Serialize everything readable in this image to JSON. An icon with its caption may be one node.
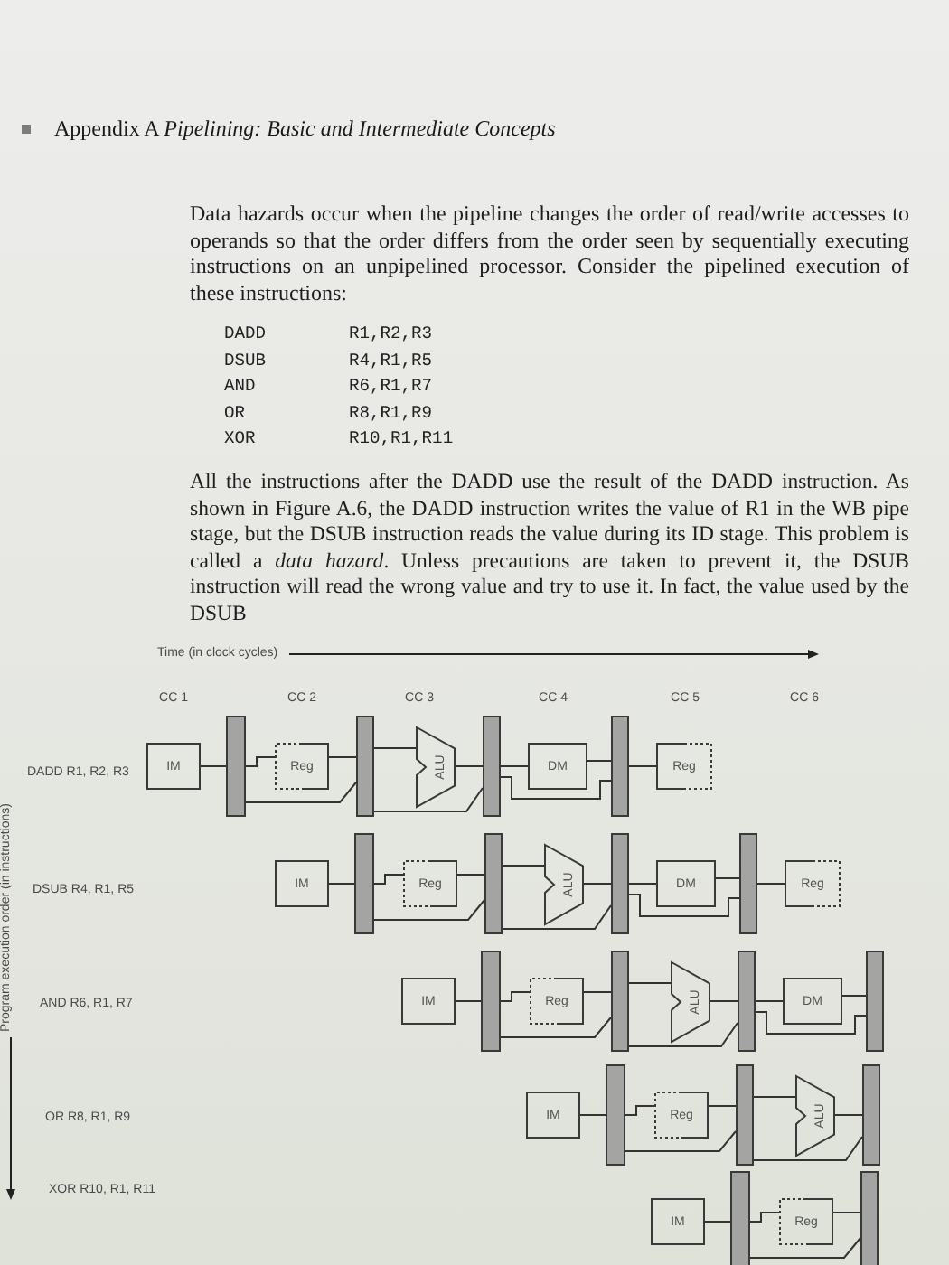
{
  "diagram": {
    "title": "Appendix A *Pipelining: Basic and Intermediate Concepts*",
    "nodes": [
      {
        "text": [
          "IM"
        ]
      },
      {
        "text": [],
        "shape": "bar"
      },
      {
        "text": [
          "Reg"
        ]
      },
      {
        "text": [],
        "shape": "bar"
      },
      {
        "text": [
          "ALU"
        ]
      },
      {
        "text": [],
        "shape": "bar"
      },
      {
        "text": [
          "DM"
        ]
      },
      {
        "text": [],
        "shape": "bar"
      },
      {
        "text": [
          "Reg"
        ]
      },
      {
        "text": [
          "IM"
        ]
      },
      {
        "text": [],
        "shape": "bar"
      },
      {
        "text": [
          "Reg"
        ]
      },
      {
        "text": [],
        "shape": "bar"
      },
      {
        "text": [
          "ALU"
        ]
      },
      {
        "text": [],
        "shape": "bar"
      },
      {
        "text": [
          "DM"
        ]
      },
      {
        "text": [],
        "shape": "bar"
      },
      {
        "text": [
          "Reg"
        ]
      },
      {
        "text": [
          "IM"
        ]
      },
      {
        "text": [],
        "shape": "bar"
      },
      {
        "text": [
          "Reg"
        ]
      },
      {
        "text": [],
        "shape": "bar"
      },
      {
        "text": [
          "ALU"
        ]
      },
      {
        "text": [],
        "shape": "bar"
      },
      {
        "text": [
          "DM"
        ]
      },
      {
        "text": [],
        "shape": "bar"
      },
      {
        "text": [
          "IM"
        ]
      },
      {
        "text": [],
        "shape": "bar"
      },
      {
        "text": [
          "Reg"
        ]
      },
      {
        "text": [],
        "shape": "bar"
      },
      {
        "text": [
          "ALU"
        ]
      },
      {
        "text": [],
        "shape": "bar"
      },
      {
        "text": [
          "IM"
        ]
      },
      {
        "text": [],
        "shape": "bar"
      },
      {
        "text": [
          "Reg"
        ]
      },
      {
        "text": [],
        "shape": "bar"
      }
    ],
    "edges": [
      {
        "from": 0,
        "to": 1,
        "arrow": "none"
      },
      {
        "from": 1,
        "to": 2,
        "arrow": "none"
      },
      {
        "from": 2,
        "to": 3,
        "arrow": "none"
      },
      {
        "from": 1,
        "to": 3,
        "arrow": "none"
      },
      {
        "from": 3,
        "to": 4,
        "arrow": "none"
      },
      {
        "from": 4,
        "to": 5,
        "arrow": "none"
      },
      {
        "from": 3,
        "to": 5,
        "arrow": "none"
      },
      {
        "from": 5,
        "to": 6,
        "arrow": "none"
      },
      {
        "from": 6,
        "to": 7,
        "arrow": "none"
      },
      {
        "from": 5,
        "to": 7,
        "arrow": "none"
      },
      {
        "from": 7,
        "to": 8,
        "arrow": "none"
      },
      {
        "from": 9,
        "to": 10,
        "arrow": "none"
      },
      {
        "from": 10,
        "to": 11,
        "arrow": "none"
      },
      {
        "from": 11,
        "to": 12,
        "arrow": "none"
      },
      {
        "from": 10,
        "to": 12,
        "arrow": "none"
      },
      {
        "from": 12,
        "to": 13,
        "arrow": "none"
      },
      {
        "from": 13,
        "to": 14,
        "arrow": "none"
      },
      {
        "from": 12,
        "to": 14,
        "arrow": "none"
      },
      {
        "from": 14,
        "to": 15,
        "arrow": "none"
      },
      {
        "from": 15,
        "to": 16,
        "arrow": "none"
      },
      {
        "from": 14,
        "to": 16,
        "arrow": "none"
      },
      {
        "from": 16,
        "to": 17,
        "arrow": "none"
      },
      {
        "from": 18,
        "to": 19,
        "arrow": "none"
      },
      {
        "from": 19,
        "to": 20,
        "arrow": "none"
      },
      {
        "from": 20,
        "to": 21,
        "arrow": "none"
      },
      {
        "from": 19,
        "to": 21,
        "arrow": "none"
      },
      {
        "from": 21,
        "to": 22,
        "arrow": "none"
      },
      {
        "from": 22,
        "to": 23,
        "arrow": "none"
      },
      {
        "from": 21,
        "to": 23,
        "arrow": "none"
      },
      {
        "from": 23,
        "to": 24,
        "arrow": "none"
      },
      {
        "from": 24,
        "to": 25,
        "arrow": "none"
      },
      {
        "from": 23,
        "to": 25,
        "arrow": "none"
      },
      {
        "from": 26,
        "to": 27,
        "arrow": "none"
      },
      {
        "from": 27,
        "to": 28,
        "arrow": "none"
      },
      {
        "from": 28,
        "to": 29,
        "arrow": "none"
      },
      {
        "from": 27,
        "to": 29,
        "arrow": "none"
      },
      {
        "from": 29,
        "to": 30,
        "arrow": "none"
      },
      {
        "from": 30,
        "to": 31,
        "arrow": "none"
      },
      {
        "from": 29,
        "to": 31,
        "arrow": "none"
      },
      {
        "from": 32,
        "to": 33,
        "arrow": "none"
      },
      {
        "from": 33,
        "to": 34,
        "arrow": "none"
      },
      {
        "from": 34,
        "to": 35,
        "arrow": "none"
      },
      {
        "from": 33,
        "to": 35,
        "arrow": "none"
      }
    ],
    "labels": [
      "Data hazards occur when the pipeline changes the order of read/write accesses to operands so that the order differs from the order seen by sequentially executing instructions on an unpipelined processor. Consider the pipelined execution of these instructions:",
      "DADD",
      "R1,R2,R3",
      "DSUB",
      "R4,R1,R5",
      "AND",
      "R6,R1,R7",
      "OR",
      "R8,R1,R9",
      "XOR",
      "R10,R1,R11",
      "All the instructions after the DADD use the result of the DADD instruction. As shown in Figure A.6, the DADD instruction writes the value of R1 in the WB pipe stage, but the DSUB instruction reads the value during its ID stage. This problem is called a *data hazard*. Unless precautions are taken to prevent it, the DSUB instruction will read the wrong value and try to use it. In fact, the value used by the DSUB",
      "Time (in clock cycles)",
      "CC 1",
      "CC 2",
      "CC 3",
      "CC 4",
      "CC 5",
      "CC 6",
      "DADD R1, R2, R3",
      "DSUB R4, R1, R5",
      "AND R6, R1, R7",
      "OR R8, R1, R9",
      "XOR R10, R1, R11",
      "Program execution order (in instructions)"
    ]
  }
}
